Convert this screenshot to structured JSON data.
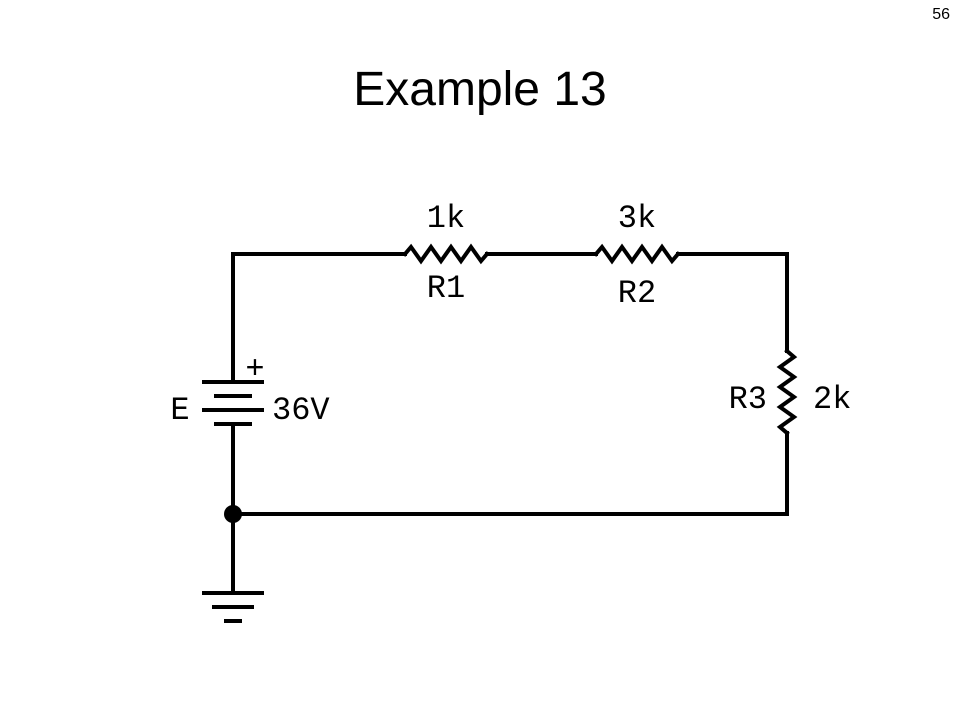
{
  "page_number": "56",
  "title": "Example 13",
  "source": {
    "name": "E",
    "value": "36V",
    "polarity": "+"
  },
  "resistors": [
    {
      "name": "R1",
      "value": "1k"
    },
    {
      "name": "R2",
      "value": "3k"
    },
    {
      "name": "R3",
      "value": "2k"
    }
  ],
  "colors": {
    "wire": "#000000",
    "background": "#ffffff"
  }
}
